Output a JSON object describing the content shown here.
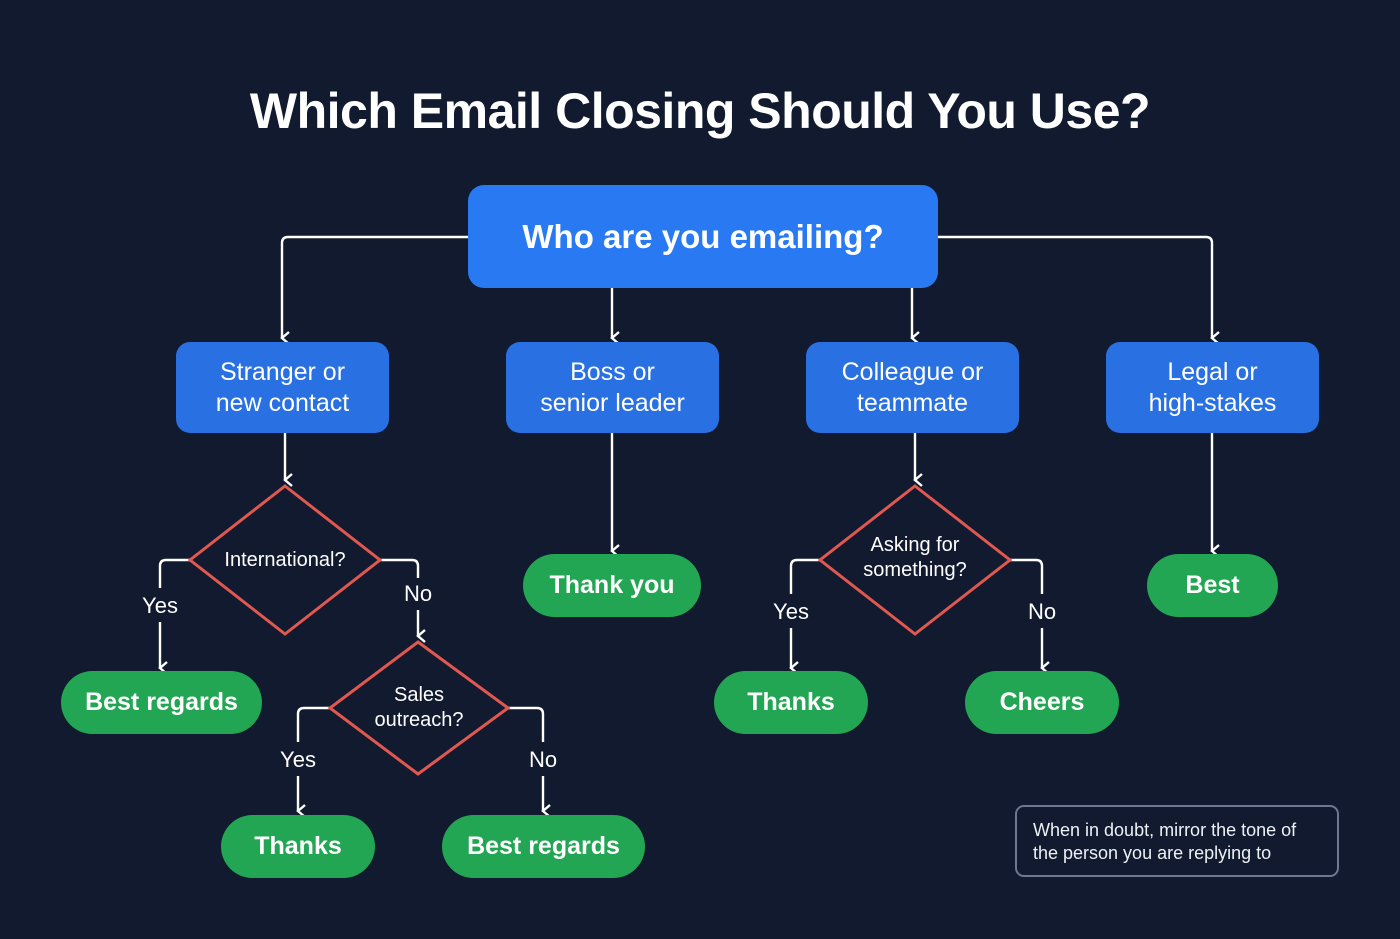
{
  "title": "Which Email Closing Should You Use?",
  "root": "Who are you emailing?",
  "categories": [
    {
      "label": "Stranger or\nnew contact"
    },
    {
      "label": "Boss or\nsenior leader"
    },
    {
      "label": "Colleague or\nteammate"
    },
    {
      "label": "Legal or\nhigh-stakes"
    }
  ],
  "decisions": {
    "international": "International?",
    "sales": "Sales\noutreach?",
    "asking": "Asking for\nsomething?"
  },
  "branch_labels": {
    "yes": "Yes",
    "no": "No"
  },
  "outcomes": {
    "international_yes": "Best regards",
    "sales_yes": "Thanks",
    "sales_no": "Best regards",
    "boss": "Thank you",
    "asking_yes": "Thanks",
    "asking_no": "Cheers",
    "legal": "Best"
  },
  "note": "When in doubt, mirror the tone of the person you are replying to",
  "colors": {
    "background": "#111a2e",
    "root_blue": "#2979f2",
    "category_blue": "#2970e3",
    "outcome_green": "#23a653",
    "decision_red": "#e0584f",
    "connector": "#ffffff"
  }
}
